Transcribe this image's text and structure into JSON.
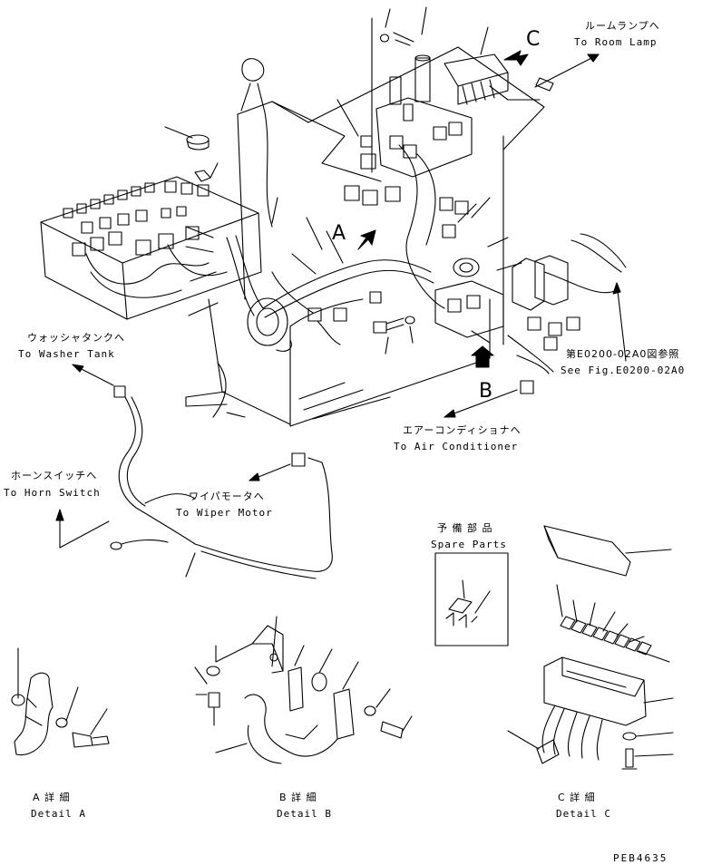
{
  "callouts": {
    "room_lamp": {
      "jp": "ルームランプへ",
      "en": "To Room Lamp"
    },
    "washer_tank": {
      "jp": "ウォッシャタンクへ",
      "en": "To Washer Tank"
    },
    "see_fig": {
      "jp": "第E0200-02A0図参照",
      "en": "See Fig.E0200-02A0"
    },
    "air_conditioner": {
      "jp": "エアーコンディショナへ",
      "en": "To Air Conditioner"
    },
    "horn_switch": {
      "jp": "ホーンスイッチへ",
      "en": "To Horn Switch"
    },
    "wiper_motor": {
      "jp": "ワイパモータへ",
      "en": "To Wiper Motor"
    },
    "spare_parts": {
      "jp": "予 備 部 品",
      "en": "Spare Parts"
    }
  },
  "markers": {
    "a": "A",
    "b": "B",
    "c": "C"
  },
  "details": {
    "a": {
      "jp": "A 詳 細",
      "en": "Detail A"
    },
    "b": {
      "jp": "B 詳 細",
      "en": "Detail B"
    },
    "c": {
      "jp": "C 詳 細",
      "en": "Detail C"
    }
  },
  "drawing_code": "PEB4635"
}
